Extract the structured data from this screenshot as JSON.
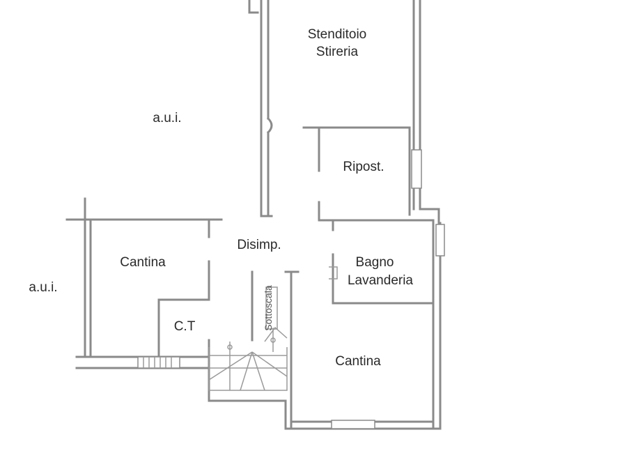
{
  "labels": {
    "stenditoio_l1": "Stenditoio",
    "stenditoio_l2": "Stireria",
    "ripost": "Ripost.",
    "aui_top": "a.u.i.",
    "aui_left": "a.u.i.",
    "cantina_left": "Cantina",
    "disimp": "Disimp.",
    "bagno_l1": "Bagno",
    "bagno_l2": "Lavanderia",
    "ct": "C.T",
    "cantina_bottom": "Cantina",
    "stair_text": "Sottoscala"
  },
  "colors": {
    "wall": "#8a8a8a",
    "text": "#2a2a2a"
  }
}
